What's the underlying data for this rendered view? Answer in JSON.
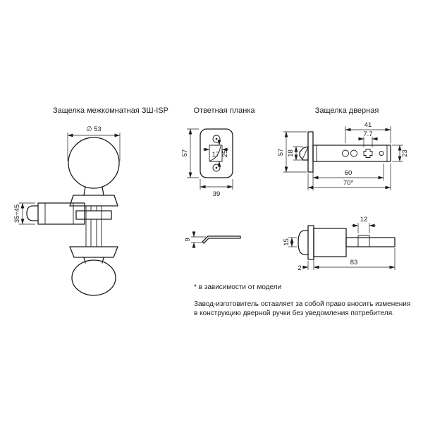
{
  "style": {
    "ink": "#1c1c1c",
    "background": "#ffffff"
  },
  "sections": {
    "knob": {
      "title": "Защелка межкомнатная ЗШ-ISP",
      "dims": {
        "diameter": "∅ 53",
        "door_thickness_range": "35÷45"
      }
    },
    "strike_plate": {
      "title": "Ответная планка",
      "dims": {
        "height": "57",
        "opening_width": "17",
        "opening_height": "25",
        "width": "39",
        "thickness": "9"
      }
    },
    "latch": {
      "title": "Защелка дверная",
      "dims": {
        "body_length": "41",
        "spindle_hole": "7.7",
        "faceplate_height": "57",
        "bolt_height": "18",
        "body_diameter": "23",
        "backset": "60",
        "overall_length": "70*",
        "tab_width": "12",
        "tail_height": "15",
        "faceplate_thickness": "2",
        "tail_length": "83"
      }
    }
  },
  "footnotes": {
    "model_note": "* в зависимости от модели",
    "disclaimer_line1": "Завод-изготовитель оставляет за собой право вносить изменения",
    "disclaimer_line2": "в конструкцию дверной ручки без уведомления потребителя."
  }
}
